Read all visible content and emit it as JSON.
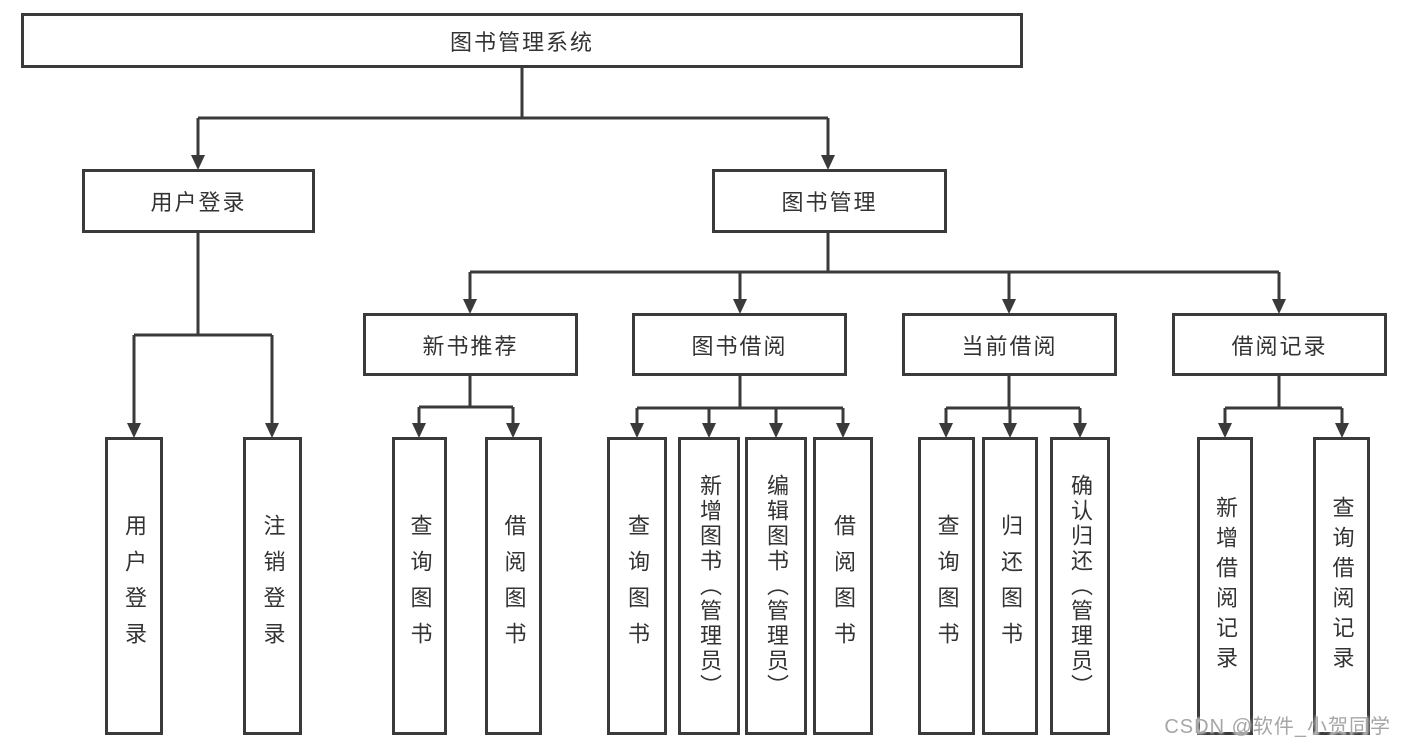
{
  "diagram": {
    "type": "hierarchy-tree",
    "colors": {
      "line": "#3a3a3a",
      "box_border": "#3a3a3a",
      "text": "#333333",
      "background": "#ffffff",
      "watermark": "#a6a6a6"
    },
    "watermark": "CSDN @软件_小贺同学",
    "root": {
      "label": "图书管理系统",
      "children": [
        {
          "label": "用户登录",
          "children": [
            {
              "label": "用户登录"
            },
            {
              "label": "注销登录"
            }
          ]
        },
        {
          "label": "图书管理",
          "children": [
            {
              "label": "新书推荐",
              "children": [
                {
                  "label": "查询图书"
                },
                {
                  "label": "借阅图书"
                }
              ]
            },
            {
              "label": "图书借阅",
              "children": [
                {
                  "label": "查询图书"
                },
                {
                  "label": "新增图书（管理员）"
                },
                {
                  "label": "编辑图书（管理员）"
                },
                {
                  "label": "借阅图书"
                }
              ]
            },
            {
              "label": "当前借阅",
              "children": [
                {
                  "label": "查询图书"
                },
                {
                  "label": "归还图书"
                },
                {
                  "label": "确认归还（管理员）"
                }
              ]
            },
            {
              "label": "借阅记录",
              "children": [
                {
                  "label": "新增借阅记录"
                },
                {
                  "label": "查询借阅记录"
                }
              ]
            }
          ]
        }
      ]
    }
  }
}
